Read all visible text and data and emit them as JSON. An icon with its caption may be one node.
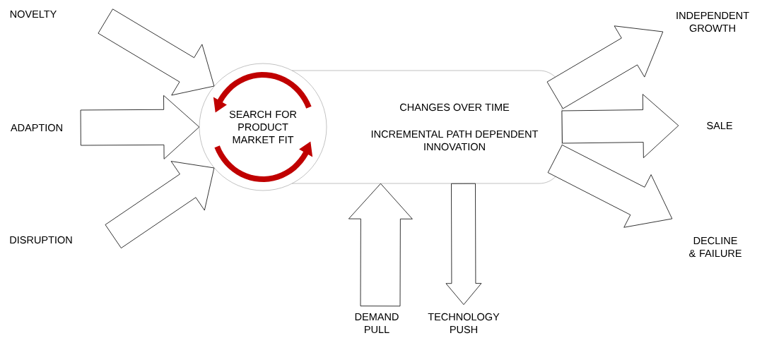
{
  "diagram": {
    "nodes": [
      {
        "text": [
          "NOVELTY"
        ]
      },
      {
        "text": [
          "ADAPTION"
        ]
      },
      {
        "text": [
          "DISRUPTION"
        ]
      },
      {
        "text": [
          "SEARCH FOR PRODUCT MARKET FIT"
        ]
      },
      {
        "text": [
          "CHANGES OVER TIME",
          "INCREMENTAL PATH DEPENDENT INNOVATION"
        ]
      },
      {
        "text": [
          "INDEPENDENT GROWTH"
        ]
      },
      {
        "text": [
          "SALE"
        ]
      },
      {
        "text": [
          "DECLINE & FAILURE"
        ]
      },
      {
        "text": [
          "DEMAND PULL"
        ]
      },
      {
        "text": [
          "TECHNOLOGY PUSH"
        ]
      }
    ],
    "edges": [
      {
        "from": 0,
        "to": 3,
        "arrow": "to"
      },
      {
        "from": 1,
        "to": 3,
        "arrow": "to"
      },
      {
        "from": 2,
        "to": 3,
        "arrow": "to"
      },
      {
        "from": 4,
        "to": 5,
        "arrow": "to"
      },
      {
        "from": 4,
        "to": 6,
        "arrow": "to"
      },
      {
        "from": 4,
        "to": 7,
        "arrow": "to"
      },
      {
        "from": 8,
        "to": 4,
        "arrow": "to"
      },
      {
        "from": 4,
        "to": 9,
        "arrow": "to"
      }
    ]
  }
}
